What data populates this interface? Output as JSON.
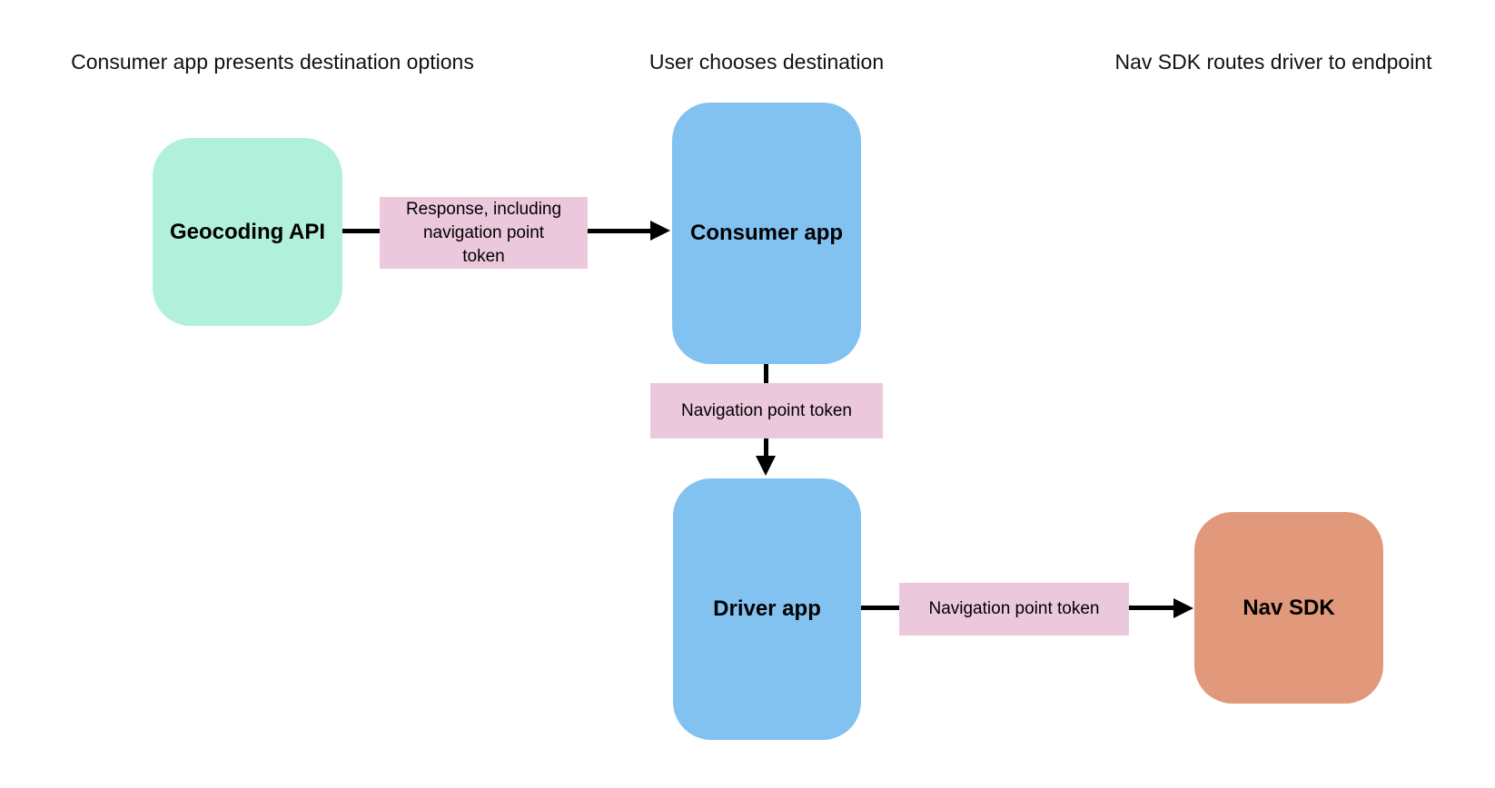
{
  "diagram": {
    "headers": {
      "step1": "Consumer app presents destination options",
      "step2": "User chooses destination",
      "step3": "Nav SDK routes driver to endpoint"
    },
    "nodes": {
      "geocoding_api": {
        "label": "Geocoding API",
        "color": "#B1F0DB"
      },
      "consumer_app": {
        "label": "Consumer app",
        "color": "#82C2F1"
      },
      "driver_app": {
        "label": "Driver app",
        "color": "#82C2F1"
      },
      "nav_sdk": {
        "label": "Nav SDK",
        "color": "#E2987A"
      }
    },
    "edges": {
      "geocoding_to_consumer": {
        "label_lines": [
          "Response, including",
          "navigation point",
          "token"
        ],
        "label_color": "#ECC8DC"
      },
      "consumer_to_driver": {
        "label": "Navigation point token",
        "label_color": "#ECC8DC"
      },
      "driver_to_navsdk": {
        "label": "Navigation point token",
        "label_color": "#ECC8DC"
      }
    },
    "arrow_color": "#000000",
    "background": "#FFFFFF"
  }
}
